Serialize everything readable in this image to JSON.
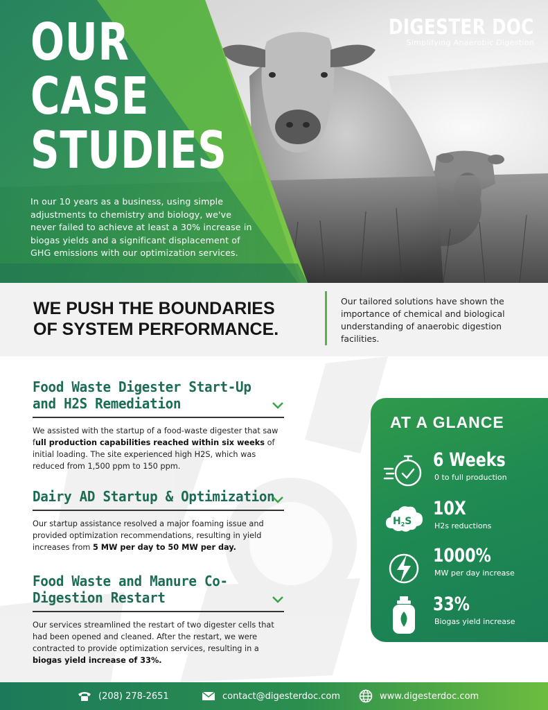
{
  "hero": {
    "title_lines": [
      "OUR",
      "CASE",
      "STUDIES"
    ],
    "intro": "In our 10 years as a business, using simple adjustments to chemistry and biology, we've never failed to achieve at least a 30% increase in biogas yields and a significant displacement of GHG emissions with our optimization services."
  },
  "brand": {
    "name": "DIGESTER DOC",
    "tagline": "Simplifying Anaerobic Digestion"
  },
  "banner": {
    "head_pre": "WE ",
    "head_bold": "PUSH THE BOUNDARIES",
    "head_line2": "OF SYSTEM PERFORMANCE.",
    "text": "Our tailored solutions have shown the importance of chemical and biological understanding of anaerobic digestion facilities."
  },
  "cases": [
    {
      "title_lines": [
        "Food Waste Digester Start-Up",
        "and H2S Remediation"
      ],
      "text_pre": "We assisted with the startup of a food-waste digester that saw f",
      "text_bold": "ull production capabilities reached within six weeks",
      "text_post": " of initial loading. The site experienced high H2S, which was reduced from 1,500 ppm to 150 ppm."
    },
    {
      "title_lines": [
        "Dairy AD Startup & Optimization"
      ],
      "text_pre": "Our startup assistance resolved a major foaming issue and provided optimization recommendations, resulting in yield increases from ",
      "text_bold": "5 MW per day to 50 MW per day.",
      "text_post": ""
    },
    {
      "title_lines": [
        "Food Waste and Manure Co-",
        "Digestion Restart"
      ],
      "text_pre": "Our services streamlined the restart of two digester cells that had been opened and cleaned. After the restart, we were contracted to provide optimization services, resulting in a ",
      "text_bold": "biogas yield increase of 33%.",
      "text_post": ""
    }
  ],
  "glance": {
    "title": "AT A GLANCE",
    "stats": [
      {
        "value": "6 Weeks",
        "label": "0 to full production",
        "icon": "stopwatch-icon"
      },
      {
        "value": "10X",
        "label": "H2s reductions",
        "icon": "h2s-cloud-icon",
        "icon_text": "H",
        "icon_sub": "2",
        "icon_text2": "S"
      },
      {
        "value": "1000%",
        "label": "MW per day increase",
        "icon": "lightning-bolt-icon"
      },
      {
        "value": "33%",
        "label": "Biogas yield increase",
        "icon": "gas-cylinder-icon"
      }
    ]
  },
  "footer": {
    "phone": "(208) 278-2651",
    "email": "contact@digesterdoc.com",
    "website": "www.digesterdoc.com"
  },
  "colors": {
    "brand_green": "#1c6b55",
    "accent_green": "#54b648",
    "panel_green": "#1f8a52"
  }
}
